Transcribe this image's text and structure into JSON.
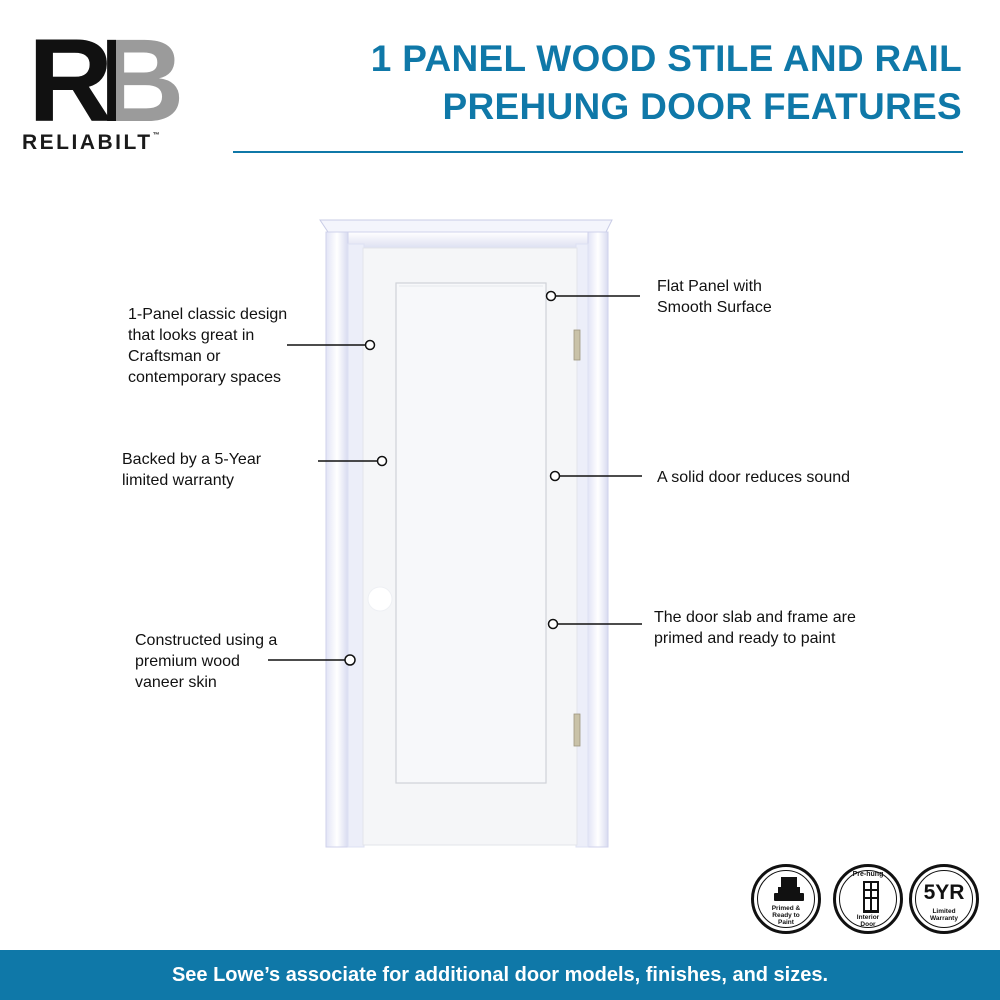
{
  "brand": {
    "logo_letters": "RB",
    "wordmark": "RELIABILT",
    "trademark": "™"
  },
  "title": {
    "line1": "1 PANEL WOOD STILE AND RAIL",
    "line2": "PREHUNG DOOR FEATURES"
  },
  "colors": {
    "accent": "#0f78a8",
    "logo_dark": "#111111",
    "logo_gray": "#9b9b9b"
  },
  "callouts": {
    "left": [
      {
        "lines": [
          "1-Panel classic design",
          "that looks great in",
          "Craftsman or",
          "contemporary spaces"
        ]
      },
      {
        "lines": [
          "Backed by a 5-Year",
          "limited warranty"
        ]
      },
      {
        "lines": [
          "Constructed using a",
          "premium wood",
          "vaneer skin"
        ]
      }
    ],
    "right": [
      {
        "lines": [
          "Flat Panel with",
          "Smooth Surface"
        ]
      },
      {
        "lines": [
          "A solid door reduces sound"
        ]
      },
      {
        "lines": [
          "The door slab and frame are",
          "primed and ready to paint"
        ]
      }
    ]
  },
  "badges": [
    {
      "icon": "paint-brush-icon",
      "lines": [
        "Primed &",
        "Ready to",
        "Paint"
      ]
    },
    {
      "icon": "door-icon",
      "top": "Pre-hung",
      "lines": [
        "Interior",
        "Door"
      ]
    },
    {
      "big": "5YR",
      "lines": [
        "Limited",
        "Warranty"
      ]
    }
  ],
  "footer": {
    "text": "See Lowe’s associate for additional door models, finishes, and sizes."
  }
}
